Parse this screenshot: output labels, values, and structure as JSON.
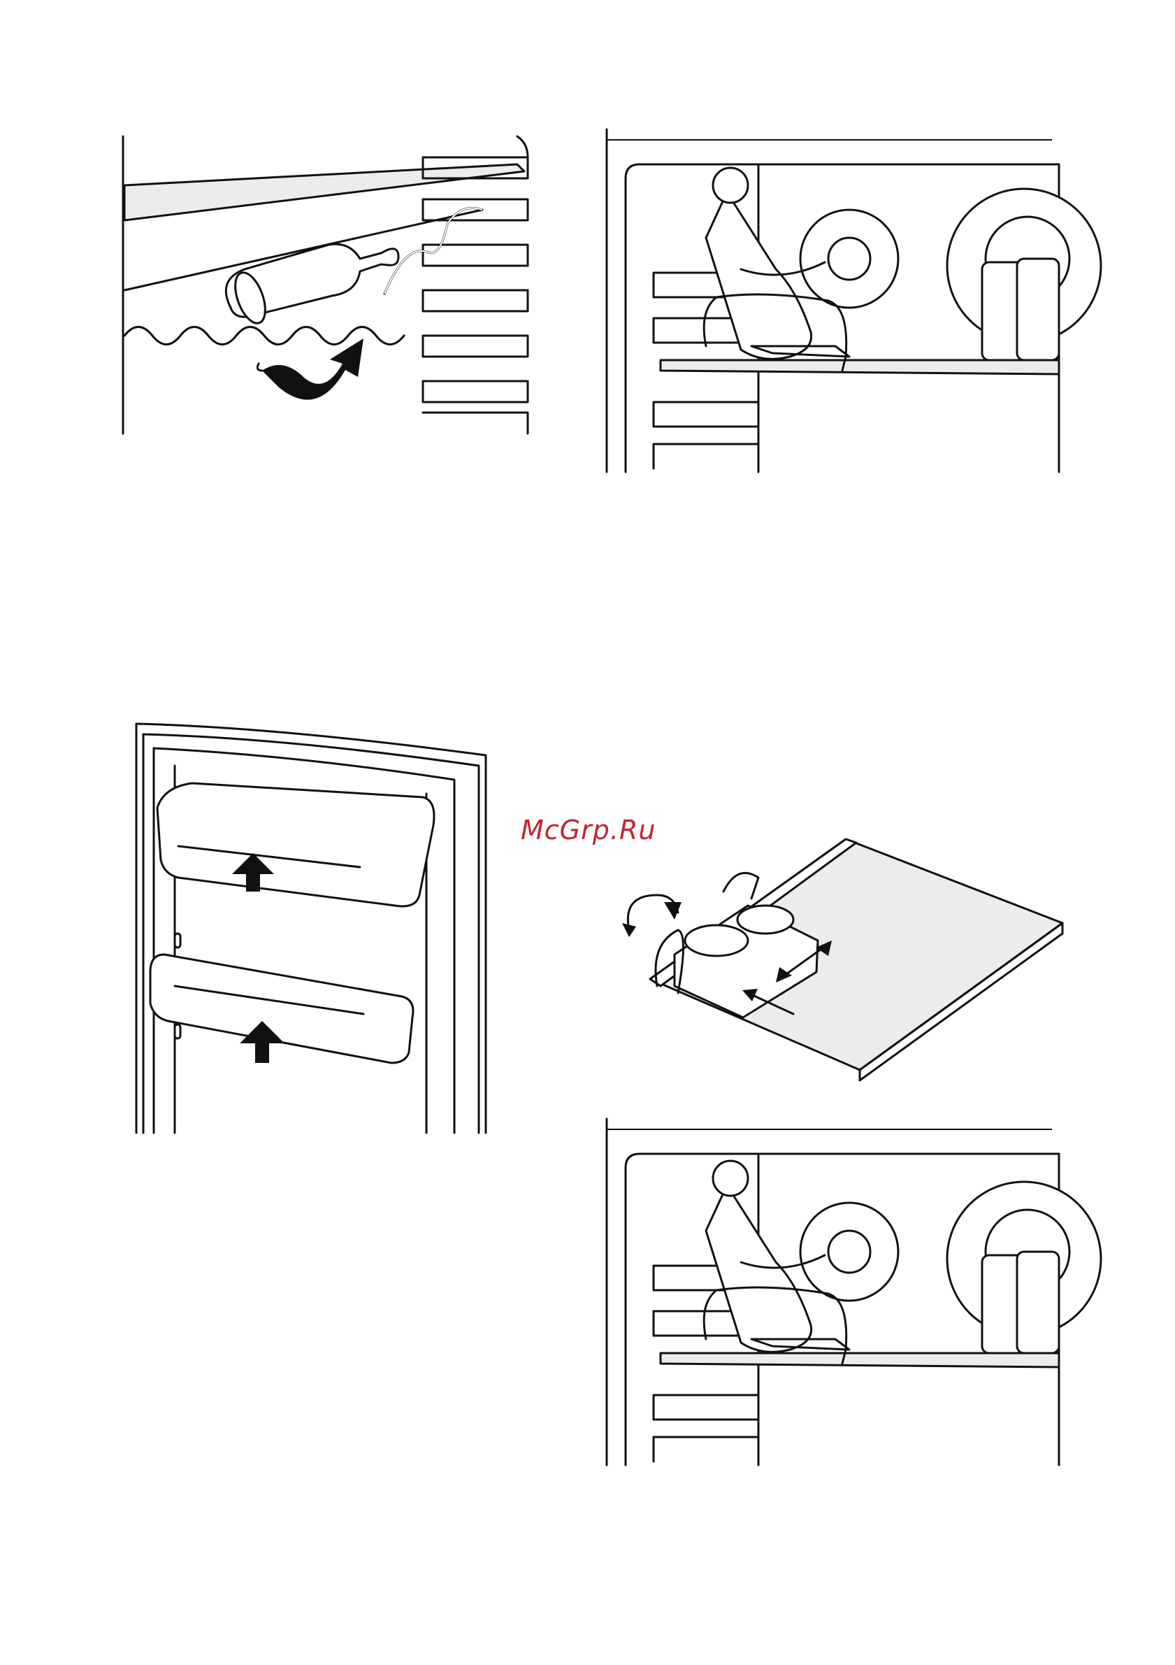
{
  "watermark": {
    "text": "McGrp.Ru",
    "color": "#c0262c"
  },
  "figures": [
    {
      "id": "wine-rack-insert",
      "icon": "curved-arrow-icon"
    },
    {
      "id": "bottle-holder-installed-top",
      "icon": "bottle-icon"
    },
    {
      "id": "door-balconies-lift",
      "icon": "up-arrow-icon"
    },
    {
      "id": "shelf-with-bottle-holder-slide",
      "icon": "double-arrow-icon"
    },
    {
      "id": "bottle-holder-installed-bottom",
      "icon": "bottle-icon"
    }
  ]
}
